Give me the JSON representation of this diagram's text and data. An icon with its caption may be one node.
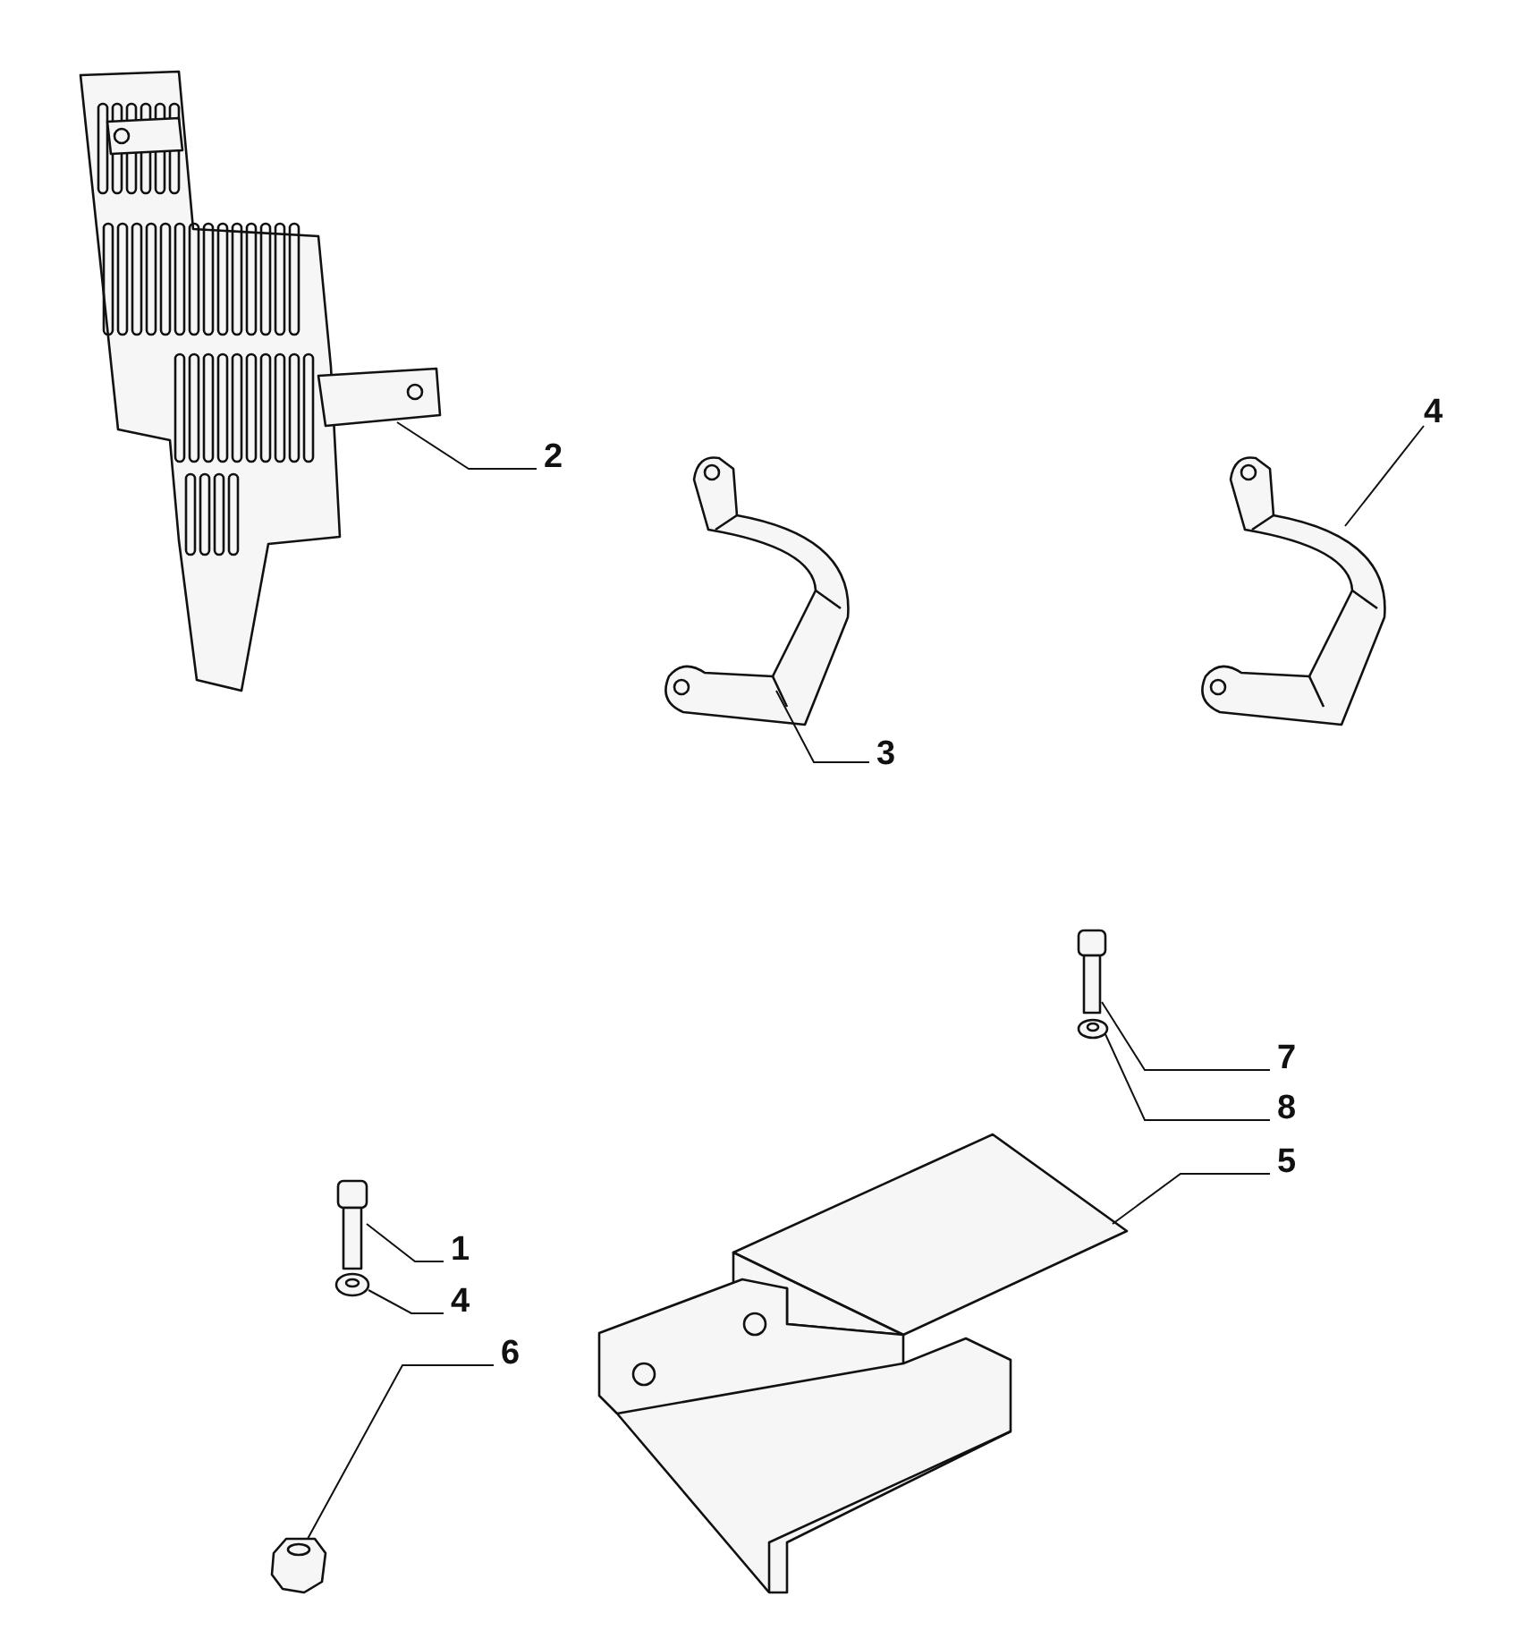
{
  "diagram": {
    "nodes": [
      {
        "text": [
          "2"
        ]
      },
      {
        "text": [],
        "shape": "picture"
      },
      {
        "text": [
          "3"
        ]
      },
      {
        "text": [],
        "shape": "picture"
      },
      {
        "text": [
          "4"
        ]
      },
      {
        "text": [],
        "shape": "picture"
      },
      {
        "text": [
          "7"
        ]
      },
      {
        "text": [],
        "shape": "picture"
      },
      {
        "text": [
          "8"
        ]
      },
      {
        "text": [],
        "shape": "picture"
      },
      {
        "text": [
          "5"
        ]
      },
      {
        "text": [],
        "shape": "picture"
      },
      {
        "text": [
          "1"
        ]
      },
      {
        "text": [],
        "shape": "picture"
      },
      {
        "text": [
          "4"
        ]
      },
      {
        "text": [],
        "shape": "picture"
      },
      {
        "text": [
          "6"
        ]
      },
      {
        "text": [],
        "shape": "picture"
      }
    ],
    "edges": [
      {
        "from": 0,
        "to": 1,
        "arrow": "none"
      },
      {
        "from": 2,
        "to": 3,
        "arrow": "none"
      },
      {
        "from": 4,
        "to": 5,
        "arrow": "none"
      },
      {
        "from": 6,
        "to": 7,
        "arrow": "none"
      },
      {
        "from": 8,
        "to": 9,
        "arrow": "none"
      },
      {
        "from": 10,
        "to": 11,
        "arrow": "none"
      },
      {
        "from": 12,
        "to": 13,
        "arrow": "none"
      },
      {
        "from": 14,
        "to": 15,
        "arrow": "none"
      },
      {
        "from": 16,
        "to": 17,
        "arrow": "none"
      }
    ]
  }
}
